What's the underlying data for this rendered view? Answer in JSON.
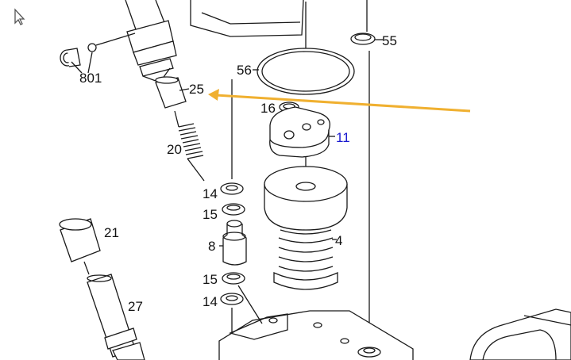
{
  "diagram": {
    "callouts": [
      {
        "id": "801",
        "text": "801"
      },
      {
        "id": "25",
        "text": "25"
      },
      {
        "id": "20",
        "text": "20"
      },
      {
        "id": "56",
        "text": "56"
      },
      {
        "id": "55",
        "text": "55"
      },
      {
        "id": "16",
        "text": "16"
      },
      {
        "id": "11",
        "text": "11",
        "highlighted": true
      },
      {
        "id": "14a",
        "text": "14"
      },
      {
        "id": "15a",
        "text": "15"
      },
      {
        "id": "8",
        "text": "8"
      },
      {
        "id": "4",
        "text": "4"
      },
      {
        "id": "15b",
        "text": "15"
      },
      {
        "id": "14b",
        "text": "14"
      },
      {
        "id": "21",
        "text": "21"
      },
      {
        "id": "27",
        "text": "27"
      }
    ],
    "colors": {
      "line": "#1a1a1a",
      "arrow": "#f0b030",
      "highlight_label": "#1a1ad0",
      "background": "#ffffff"
    },
    "annotation_arrow_target": "25"
  }
}
